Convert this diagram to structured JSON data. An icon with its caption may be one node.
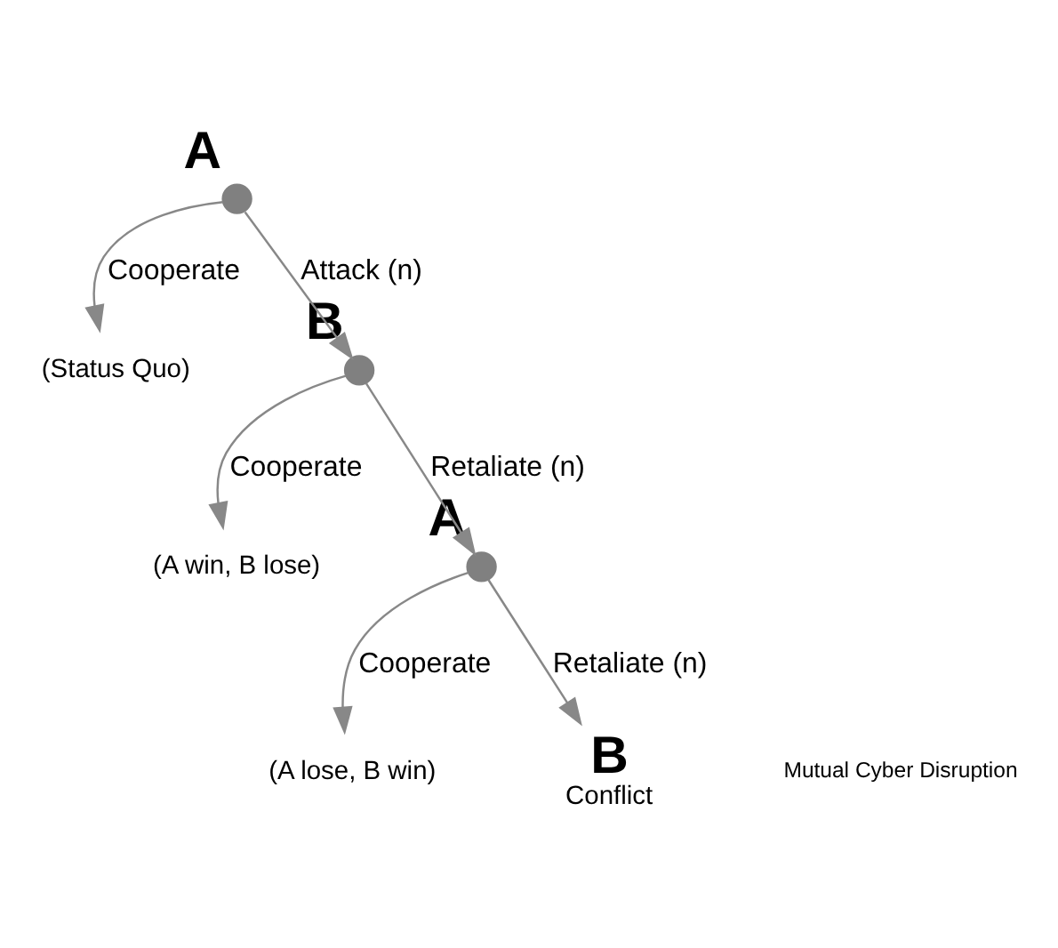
{
  "diagram": {
    "nodes": [
      {
        "text": [
          "A"
        ]
      },
      {
        "text": [
          "(Status Quo)"
        ]
      },
      {
        "text": [
          "B"
        ]
      },
      {
        "text": [
          "(A win, B lose)"
        ]
      },
      {
        "text": [
          "A"
        ]
      },
      {
        "text": [
          "(A lose, B win)"
        ]
      },
      {
        "text": [
          "B"
        ],
        "beside": [
          "Conflict"
        ]
      }
    ],
    "edges": [
      {
        "from": 0,
        "to": 1,
        "arrow": "to",
        "label": "Cooperate"
      },
      {
        "from": 0,
        "to": 2,
        "arrow": "to",
        "label": "Attack (n)"
      },
      {
        "from": 2,
        "to": 3,
        "arrow": "to",
        "label": "Cooperate"
      },
      {
        "from": 2,
        "to": 4,
        "arrow": "to",
        "label": "Retaliate (n)"
      },
      {
        "from": 4,
        "to": 5,
        "arrow": "to",
        "label": "Cooperate"
      },
      {
        "from": 4,
        "to": 6,
        "arrow": "to",
        "label": "Retaliate (n)"
      }
    ],
    "labels": [
      "Mutual Cyber Disruption"
    ]
  }
}
